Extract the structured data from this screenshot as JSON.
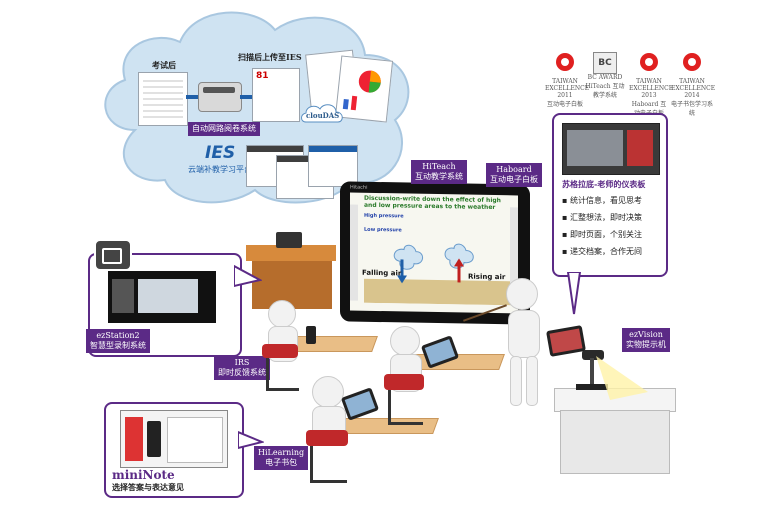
{
  "cloud": {
    "after_exam": "考试后",
    "scan_upload": "扫描后上传至IES",
    "auto_grading": "自动网路阅卷系统",
    "cloudas": "clouDAS",
    "ies_logo": "IES",
    "ies_caption": "云端补教学习平台"
  },
  "awards": [
    {
      "text": "TAIWAN EXCELLENCE 2011",
      "caption": "互动电子白板"
    },
    {
      "text": "BC AWARD",
      "caption": "HiTeach 互动教学系统"
    },
    {
      "text": "TAIWAN EXCELLENCE 2013",
      "caption": "Haboard 互动电子白板"
    },
    {
      "text": "TAIWAN EXCELLENCE 2014",
      "caption": "电子书包学习系统"
    }
  ],
  "labels": {
    "hiteach": [
      "HiTeach",
      "互动教学系统"
    ],
    "haboard": [
      "Haboard",
      "互动电子白板"
    ],
    "ezstation": [
      "ezStation2",
      "智慧型录制系统"
    ],
    "irs": [
      "IRS",
      "即时反馈系统"
    ],
    "ezvision": [
      "ezVision",
      "实物提示机"
    ],
    "hilearning": [
      "HiLearning",
      "电子书包"
    ]
  },
  "teacher_panel": {
    "title": "苏格拉底-老师的仪表板",
    "bullets": [
      "统计信息，看见思考",
      "汇整想法，即时决策",
      "即时页面，个别关注",
      "递交档案，合作无间"
    ]
  },
  "whiteboard": {
    "brand": "Hitachi",
    "heading": "Discussion-write down the effect of high and low pressure areas to the weather",
    "high_pressure": "High pressure",
    "low_pressure": "Low pressure",
    "falling_air": "Falling air",
    "rising_air": "Rising air"
  },
  "mininote": {
    "title": "miniNote",
    "caption": "选择答案与表达意见"
  },
  "colors": {
    "accent": "#5b2a86",
    "cloud": "#cfe3f2",
    "desk": "#e9be86",
    "chair": "#c0282a"
  }
}
